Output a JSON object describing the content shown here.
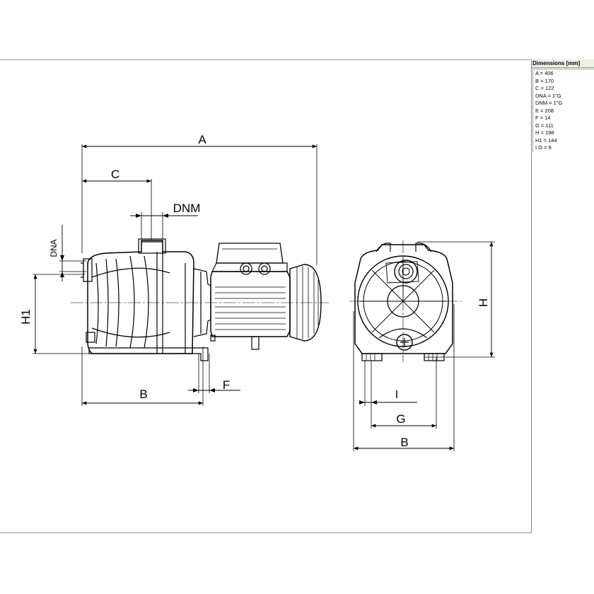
{
  "dimensions_panel": {
    "title": "Dimensions [mm]",
    "rows": [
      "A = 406",
      "B = 170",
      "C = 122",
      "DNA = 1\"G",
      "DNM = 1\"G",
      "E = 208",
      "F = 14",
      "G = 111",
      "H = 198",
      "H1 = 144",
      "I O = 9"
    ]
  },
  "side_view": {
    "label_a": "A",
    "label_c": "C",
    "label_dnm": "DNM",
    "label_dna": "DNA",
    "label_h1": "H1",
    "label_b": "B",
    "label_f": "F"
  },
  "front_view": {
    "label_h": "H",
    "label_i": "I",
    "label_g": "G",
    "label_b": "B"
  }
}
